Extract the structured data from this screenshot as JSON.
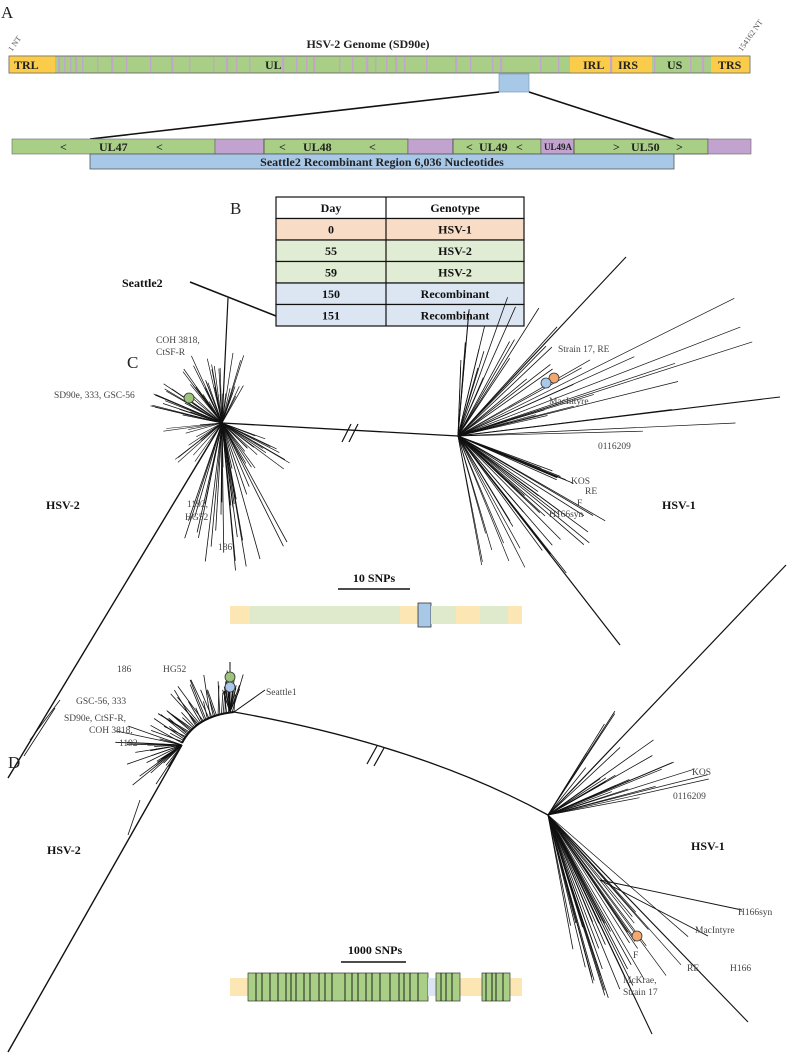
{
  "panel_labels": {
    "a": "A",
    "b": "B",
    "c": "C",
    "d": "D"
  },
  "genome": {
    "title": "HSV-2 Genome (SD90e)",
    "start_label": "1 NT",
    "end_label": "154162 NT",
    "segments": [
      "TRL",
      "UL",
      "IRL",
      "IRS",
      "US",
      "TRS"
    ]
  },
  "zoom": {
    "genes": [
      "UL47",
      "UL48",
      "UL49",
      "UL49A",
      "UL50"
    ],
    "arrows": {
      "left": "<",
      "right": ">"
    },
    "region_label": "Seattle2 Recombinant Region 6,036 Nucleotides"
  },
  "table": {
    "headers": [
      "Day",
      "Genotype"
    ],
    "rows": [
      {
        "day": "0",
        "genotype": "HSV-1",
        "color": "#f9dcc6"
      },
      {
        "day": "55",
        "genotype": "HSV-2",
        "color": "#e1ecd4"
      },
      {
        "day": "59",
        "genotype": "HSV-2",
        "color": "#e1ecd4"
      },
      {
        "day": "150",
        "genotype": "Recombinant",
        "color": "#dce6f2"
      },
      {
        "day": "151",
        "genotype": "Recombinant",
        "color": "#dce6f2"
      }
    ]
  },
  "tree_c": {
    "callout": "Seattle2",
    "hsv2_label": "HSV-2",
    "hsv1_label": "HSV-1",
    "scale": "10 SNPs",
    "strains": {
      "coh": "COH 3818,",
      "ctsf": "CtSF-R",
      "sd90e": "SD90e, 333, GSC-56",
      "s1192": "1192,",
      "hg52": "HG52",
      "s186": "186",
      "strain17": "Strain 17, RE",
      "macintyre": "MacIntyre",
      "s0116209": "0116209",
      "kos": "KOS",
      "re": "RE",
      "f": "F",
      "h166syn": "H166syn"
    }
  },
  "tree_d": {
    "hsv2_label": "HSV-2",
    "hsv1_label": "HSV-1",
    "scale": "1000 SNPs",
    "strains": {
      "s186": "186",
      "hg52": "HG52",
      "seattle1": "Seattle1",
      "gsc": "GSC-56, 333",
      "sd90e": "SD90e, CtSF-R,",
      "coh": "COH 3818,",
      "s1192": "1192",
      "kos": "KOS",
      "s0116209": "0116209",
      "h166syn": "H166syn",
      "macintyre": "MacIntyre",
      "re": "RE",
      "h166": "H166",
      "f": "F",
      "mckrae": "McKrae,",
      "strain17": "Strain 17"
    }
  },
  "colors": {
    "green": "#a9cf86",
    "gold": "#fbcb4a",
    "purple": "#c2a2cf",
    "blue": "#a8c8e8",
    "marker_green": "#9cc47a",
    "marker_blue": "#a8c8ec",
    "marker_orange": "#f3a86f"
  }
}
